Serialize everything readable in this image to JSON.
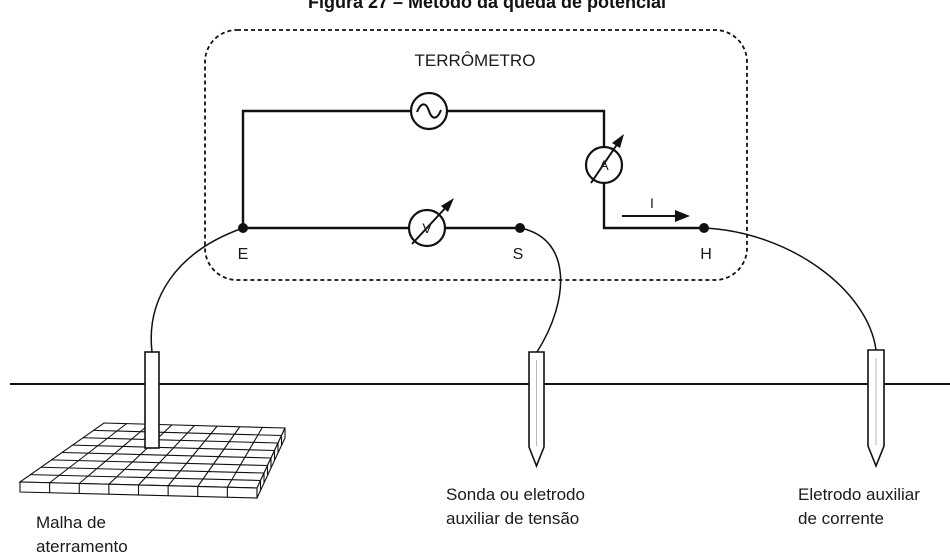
{
  "figure": {
    "title": "Figura 27 – Método da queda de potencial"
  },
  "instrument": {
    "label": "TERRÔMETRO"
  },
  "terminals": {
    "e": "E",
    "s": "S",
    "h": "H"
  },
  "meters": {
    "voltmeter": "V",
    "ammeter": "A"
  },
  "current": {
    "label": "I"
  },
  "captions": {
    "grid": [
      "Malha de",
      "aterramento"
    ],
    "probe": [
      "Sonda ou eletrodo",
      "auxiliar de tensão"
    ],
    "current_electrode": [
      "Eletrodo auxiliar",
      "de corrente"
    ]
  }
}
